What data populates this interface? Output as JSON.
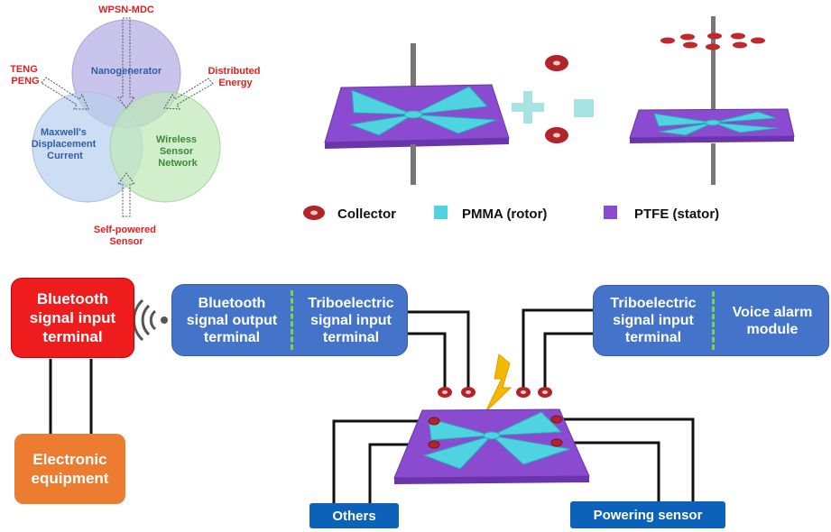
{
  "venn": {
    "top_label": "WPSN-MDC",
    "left_label_line1": "TENG",
    "left_label_line2": "PENG",
    "right_label_line1": "Distributed",
    "right_label_line2": "Energy",
    "bottom_label_line1": "Self-powered",
    "bottom_label_line2": "Sensor",
    "circle_top": "Nanogenerator",
    "circle_left_line1": "Maxwell's",
    "circle_left_line2": "Displacement",
    "circle_left_line3": "Current",
    "circle_right_line1": "Wireless",
    "circle_right_line2": "Sensor",
    "circle_right_line3": "Network",
    "colors": {
      "top": "#b7b0e6",
      "left": "#b8cfee",
      "right": "#bfe8b6",
      "label_red": "#e02020",
      "label_blue": "#2e5fa8"
    }
  },
  "legend": {
    "collector": "Collector",
    "pmma": "PMMA (rotor)",
    "ptfe": "PTFE (stator)",
    "colors": {
      "collector": "#b3232a",
      "pmma": "#4fd3e0",
      "ptfe": "#8a4bd0"
    }
  },
  "system": {
    "bluetooth_input": "Bluetooth signal input terminal",
    "electronic_equipment": "Electronic equipment",
    "bluetooth_output": "Bluetooth signal output terminal",
    "tribo_input_left": "Triboelectric signal input terminal",
    "tribo_input_right": "Triboelectric signal input terminal",
    "voice_alarm": "Voice alarm module",
    "others": "Others",
    "powering_sensor": "Powering sensor",
    "colors": {
      "red": "#ee1c1c",
      "orange": "#ec7c30",
      "blue": "#4374c9",
      "dark_blue": "#0b62b8",
      "lightning": "#f5b800"
    }
  },
  "icons": [
    "wireless-signal-icon",
    "lightning-icon",
    "plus-icon",
    "minus-icon"
  ]
}
